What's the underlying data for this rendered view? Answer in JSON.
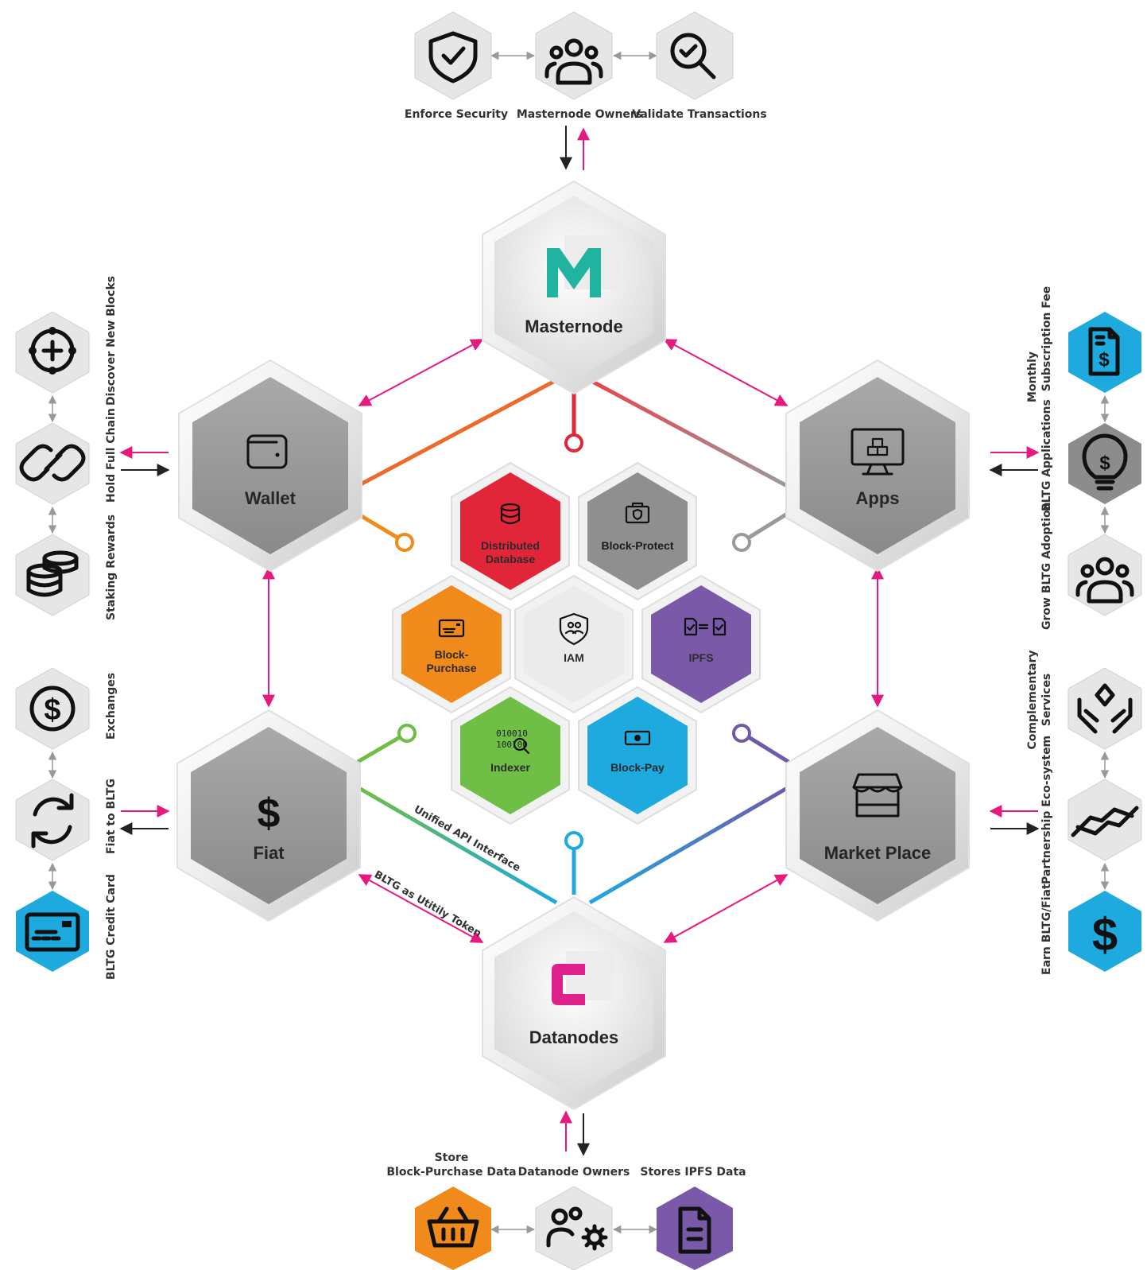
{
  "hubs": {
    "masternode": "Masternode",
    "wallet": "Wallet",
    "apps": "Apps",
    "fiat": "Fiat",
    "market": "Market Place",
    "datanodes": "Datanodes"
  },
  "services": {
    "distributed_db": [
      "Distributed",
      "Database"
    ],
    "block_protect": "Block-Protect",
    "block_purchase": [
      "Block-",
      "Purchase"
    ],
    "iam": "IAM",
    "ipfs": "IPFS",
    "indexer": "Indexer",
    "indexer_bits": [
      "010010",
      "100100"
    ],
    "block_pay": "Block-Pay"
  },
  "top": {
    "items": [
      "Enforce Security",
      "Masternode Owners",
      "Validate Transactions"
    ]
  },
  "bottom": {
    "items": [
      [
        "Store",
        "Block-Purchase Data"
      ],
      [
        "Datanode Owners"
      ],
      [
        "Stores IPFS Data"
      ]
    ]
  },
  "left_top": {
    "items": [
      "Discover New Blocks",
      "Hold Full Chain",
      "Staking Rewards"
    ]
  },
  "left_bottom": {
    "items": [
      "Exchanges",
      "Fiat to BLTG",
      "BLTG Credit Card"
    ]
  },
  "right_top": {
    "items": [
      [
        "Monthly",
        "Subscription Fee"
      ],
      [
        "BLTG Applications"
      ],
      [
        "Grow BLTG Adoption"
      ]
    ]
  },
  "right_bottom": {
    "items": [
      [
        "Complementary",
        "Services"
      ],
      [
        "Partnership Eco-system"
      ],
      [
        "Earn BLTG/Fiat"
      ]
    ]
  },
  "edges": {
    "unified_api": "Unified API Interface",
    "utility_token": "BLTG as Utitily Token"
  },
  "colors": {
    "magenta": "#e6197f",
    "teal": "#1fb3a0",
    "pink_logo": "#e0208a",
    "red": "#e2263a",
    "orange": "#f08a1a",
    "purple": "#7a5aa8",
    "green": "#6fbe45",
    "blue": "#1ea9df",
    "gray_hex": "#8c8c8c",
    "light_hex": "#e6e6e6"
  }
}
